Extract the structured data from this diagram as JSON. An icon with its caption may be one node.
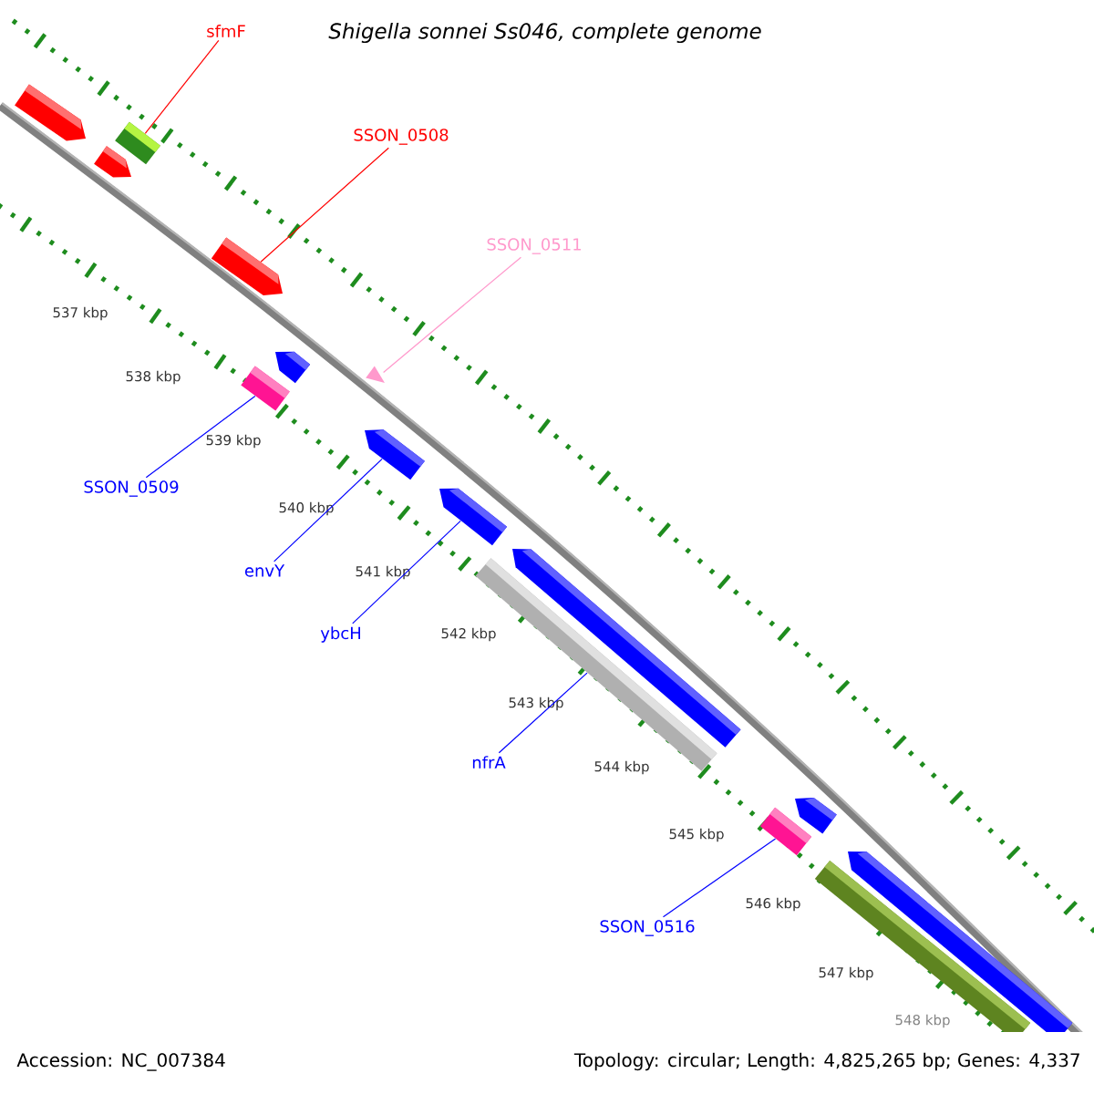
{
  "diagram": {
    "title": "Shigella sonnei Ss046, complete genome",
    "nodes": [
      {
        "text": [],
        "shape": "arrow"
      },
      {
        "text": [],
        "shape": "arrow"
      },
      {
        "text": [],
        "shape": "box"
      },
      {
        "text": [],
        "shape": "arrow"
      },
      {
        "text": [],
        "shape": "arrow"
      },
      {
        "text": [],
        "shape": "box"
      },
      {
        "text": [],
        "shape": "triangle"
      },
      {
        "text": [],
        "shape": "arrow"
      },
      {
        "text": [],
        "shape": "arrow"
      },
      {
        "text": [],
        "shape": "arrow"
      },
      {
        "text": [],
        "shape": "box"
      },
      {
        "text": [],
        "shape": "arrow"
      },
      {
        "text": [],
        "shape": "box"
      },
      {
        "text": [],
        "shape": "arrow"
      },
      {
        "text": [],
        "shape": "box"
      },
      {
        "text": [
          "sfmF"
        ]
      },
      {
        "text": [
          "SSON_0508"
        ]
      },
      {
        "text": [
          "SSON_0511"
        ]
      },
      {
        "text": [
          "SSON_0509"
        ]
      },
      {
        "text": [
          "envY"
        ]
      },
      {
        "text": [
          "ybcH"
        ]
      },
      {
        "text": [
          "nfrA"
        ]
      },
      {
        "text": [
          "SSON_0516"
        ]
      }
    ],
    "edges": [
      {
        "from": 15,
        "to": 2,
        "arrow": "none",
        "color": "#ff0000"
      },
      {
        "from": 16,
        "to": 3,
        "arrow": "none",
        "color": "#ff0000"
      },
      {
        "from": 17,
        "to": 6,
        "arrow": "none",
        "color": "#ff99cc"
      },
      {
        "from": 18,
        "to": 5,
        "arrow": "none"
      },
      {
        "from": 19,
        "to": 7,
        "arrow": "none"
      },
      {
        "from": 20,
        "to": 8,
        "arrow": "none"
      },
      {
        "from": 21,
        "to": 10,
        "arrow": "none"
      },
      {
        "from": 22,
        "to": 12,
        "arrow": "none"
      }
    ],
    "labels": [
      "537 kbp",
      "538 kbp",
      "539 kbp",
      "540 kbp",
      "541 kbp",
      "542 kbp",
      "543 kbp",
      "544 kbp",
      "545 kbp",
      "546 kbp",
      "547 kbp",
      "548 kbp",
      "Accession: NC_007384",
      "Topology: circular; Length: 4,825,265 bp; Genes: 4,337"
    ]
  }
}
